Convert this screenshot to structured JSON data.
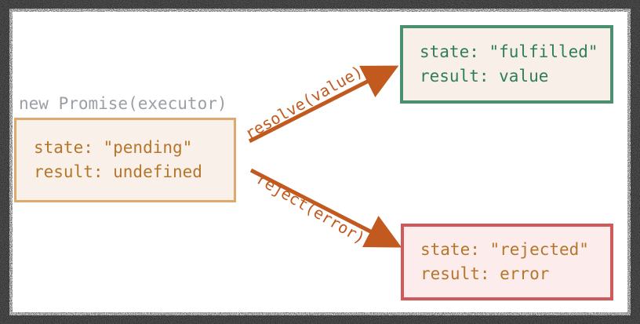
{
  "diagram": {
    "title_caption": "new Promise(executor)",
    "colors": {
      "pending_border": "#dda96f",
      "pending_fill": "#faf0ea",
      "pending_text": "#b5762a",
      "fulfilled_border": "#4a9070",
      "fulfilled_fill": "#f8efe9",
      "fulfilled_text": "#2f7d5c",
      "rejected_border": "#d05a5a",
      "rejected_fill": "#fcecec",
      "rejected_text": "#b5762a",
      "arrow": "#c2591f",
      "caption_text": "#9aa0a6",
      "frame": "#0a0a0a"
    },
    "boxes": {
      "pending": {
        "name": "pending",
        "state_line": "state: \"pending\"",
        "result_line": "result: undefined"
      },
      "fulfilled": {
        "name": "fulfilled",
        "state_line": "state: \"fulfilled\"",
        "result_line": "result: value"
      },
      "rejected": {
        "name": "rejected",
        "state_line": "state: \"rejected\"",
        "result_line": "result: error"
      }
    },
    "arrows": {
      "resolve": {
        "label": "resolve(value)",
        "from": "pending",
        "to": "fulfilled"
      },
      "reject": {
        "label": "reject(error)",
        "from": "pending",
        "to": "rejected"
      }
    }
  }
}
